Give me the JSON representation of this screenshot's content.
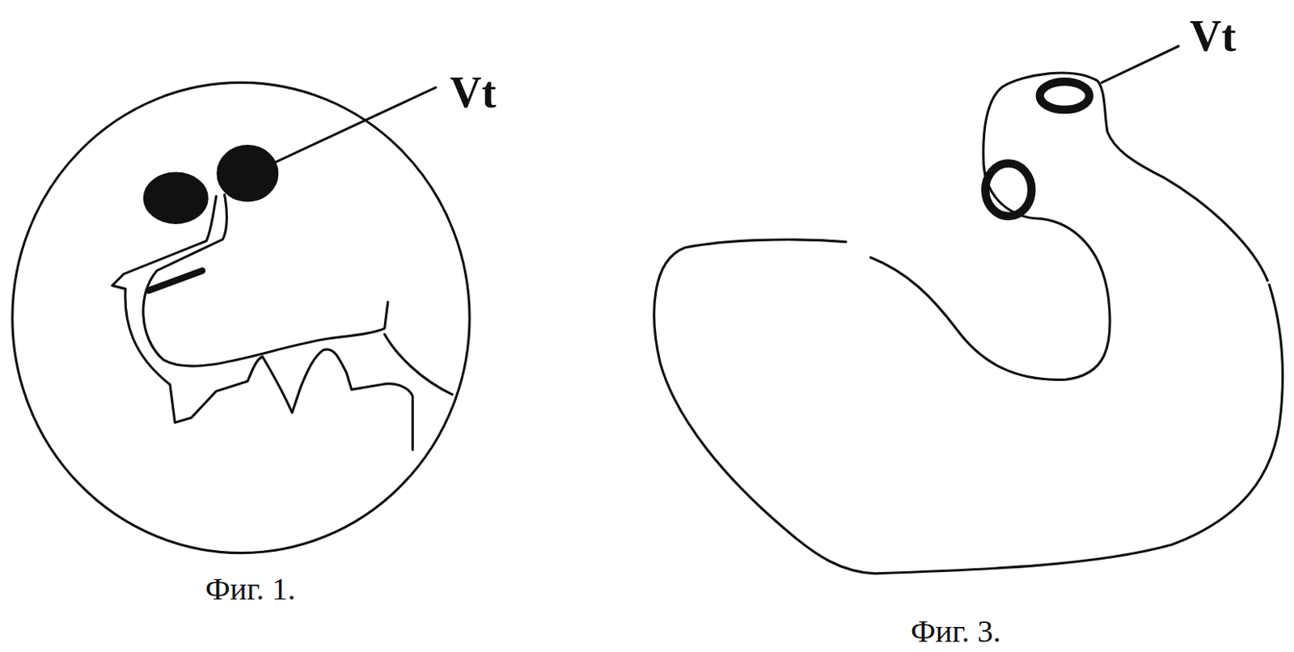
{
  "diagram": {
    "labels": [
      "Vt",
      "Фиг. 1.",
      "Vt",
      "Фиг. 3."
    ]
  }
}
